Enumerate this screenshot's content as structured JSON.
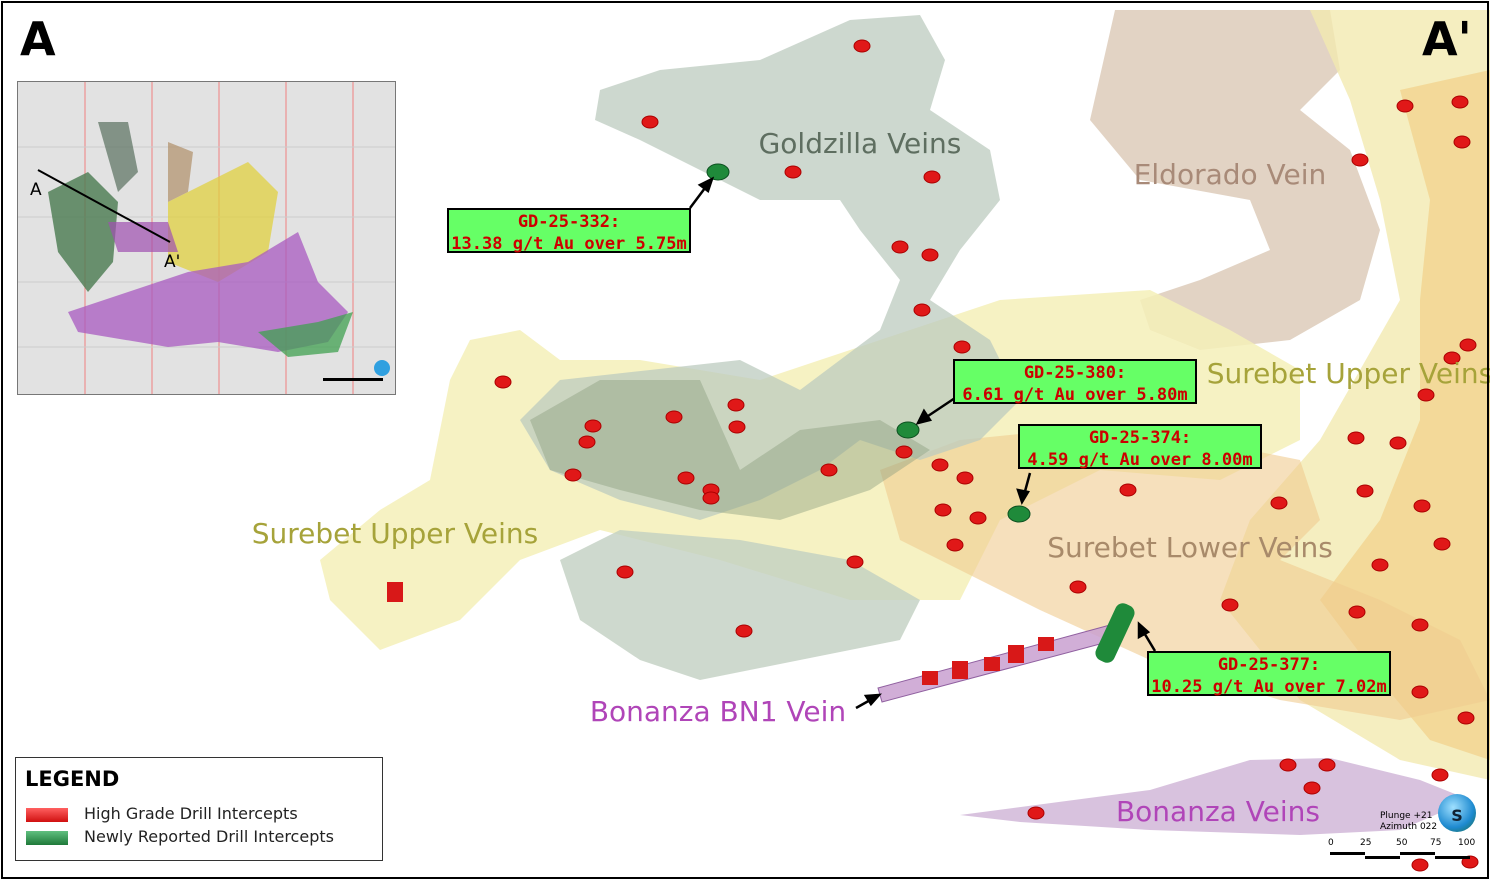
{
  "section": {
    "start_label": "A",
    "end_label": "A'"
  },
  "veins": {
    "goldzilla": "Goldzilla Veins",
    "eldorado": "Eldorado Vein",
    "surebet_upper_left": "Surebet Upper Veins",
    "surebet_upper_right": "Surebet Upper Veins",
    "surebet_lower": "Surebet Lower Veins",
    "bonanza_bn1": "Bonanza BN1 Vein",
    "bonanza": "Bonanza Veins"
  },
  "callouts": [
    {
      "hole": "GD-25-332:",
      "result": "13.38 g/t Au over 5.75m"
    },
    {
      "hole": "GD-25-380:",
      "result": "6.61 g/t Au over 5.80m"
    },
    {
      "hole": "GD-25-374:",
      "result": "4.59 g/t Au over 8.00m"
    },
    {
      "hole": "GD-25-377:",
      "result": "10.25 g/t Au over 7.02m"
    }
  ],
  "inset": {
    "start_label": "A",
    "end_label": "A'"
  },
  "legend": {
    "title": "LEGEND",
    "items": [
      {
        "label": "High Grade Drill Intercepts",
        "color": "#e02020"
      },
      {
        "label": "Newly Reported Drill Intercepts",
        "color": "#1f8a3a"
      }
    ]
  },
  "orientation": {
    "plunge": "Plunge +21",
    "azimuth": "Azimuth 022",
    "compass_letter": "S"
  },
  "scale_bar": {
    "ticks": [
      "0",
      "25",
      "50",
      "75",
      "100"
    ]
  },
  "colors": {
    "callout_fill": "#66ff66",
    "callout_text": "#cc0000",
    "high_grade": "#e02020",
    "new": "#1f8a3a"
  }
}
